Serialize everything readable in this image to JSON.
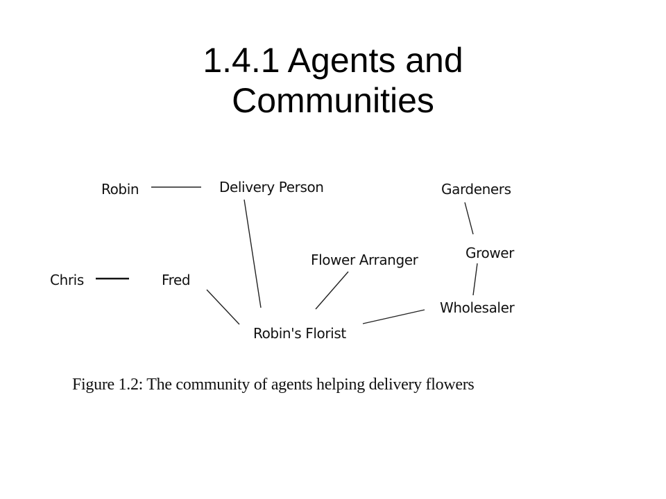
{
  "slide": {
    "title_line1": "1.4.1 Agents and",
    "title_line2": "Communities"
  },
  "diagram": {
    "nodes": {
      "robin": "Robin",
      "delivery_person": "Delivery Person",
      "gardeners": "Gardeners",
      "grower": "Grower",
      "flower_arranger": "Flower Arranger",
      "chris": "Chris",
      "fred": "Fred",
      "wholesaler": "Wholesaler",
      "robins_florist": "Robin's Florist"
    },
    "edges": [
      [
        "Robin",
        "Delivery Person"
      ],
      [
        "Chris",
        "Fred"
      ],
      [
        "Delivery Person",
        "Robin's Florist"
      ],
      [
        "Fred",
        "Robin's Florist"
      ],
      [
        "Flower Arranger",
        "Robin's Florist"
      ],
      [
        "Gardeners",
        "Grower"
      ],
      [
        "Grower",
        "Wholesaler"
      ],
      [
        "Wholesaler",
        "Robin's Florist"
      ]
    ],
    "caption": "Figure 1.2:  The community of agents helping delivery flowers"
  }
}
